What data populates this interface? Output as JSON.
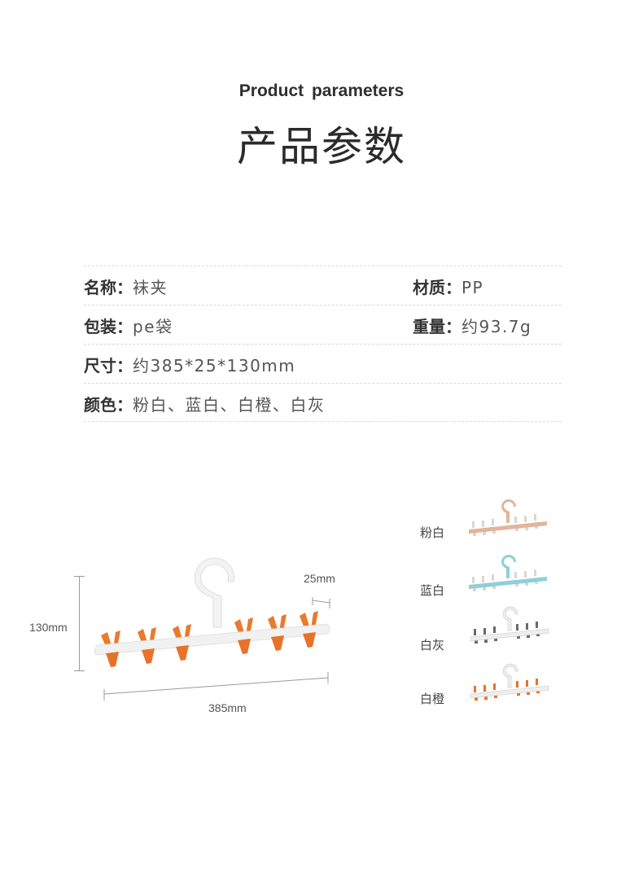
{
  "header": {
    "title_en": "Product  parameters",
    "title_cn": "产品参数"
  },
  "params": {
    "name": {
      "key": "名称：",
      "value": "袜夹"
    },
    "material": {
      "key": "材质：",
      "value": "PP"
    },
    "packaging": {
      "key": "包装：",
      "value": "pe袋"
    },
    "weight": {
      "key": "重量：",
      "value": "约93.7g"
    },
    "size": {
      "key": "尺寸：",
      "value": "约385*25*130mm"
    },
    "colors": {
      "key": "颜色：",
      "value": "粉白、蓝白、白橙、白灰"
    }
  },
  "dimensions": {
    "height": "130mm",
    "depth": "25mm",
    "width": "385mm"
  },
  "variants": [
    {
      "label": "粉白",
      "body_color": "#e2b49a",
      "clip_color": "#dcdcd4"
    },
    {
      "label": "蓝白",
      "body_color": "#8ecfd8",
      "clip_color": "#dcdcd4"
    },
    {
      "label": "白灰",
      "body_color": "#eeeeee",
      "clip_color": "#6a6a6a"
    },
    {
      "label": "白橙",
      "body_color": "#eeeeee",
      "clip_color": "#e8722a"
    }
  ],
  "main_product": {
    "body_color": "#f2f2f2",
    "clip_color": "#ea7a2c"
  }
}
